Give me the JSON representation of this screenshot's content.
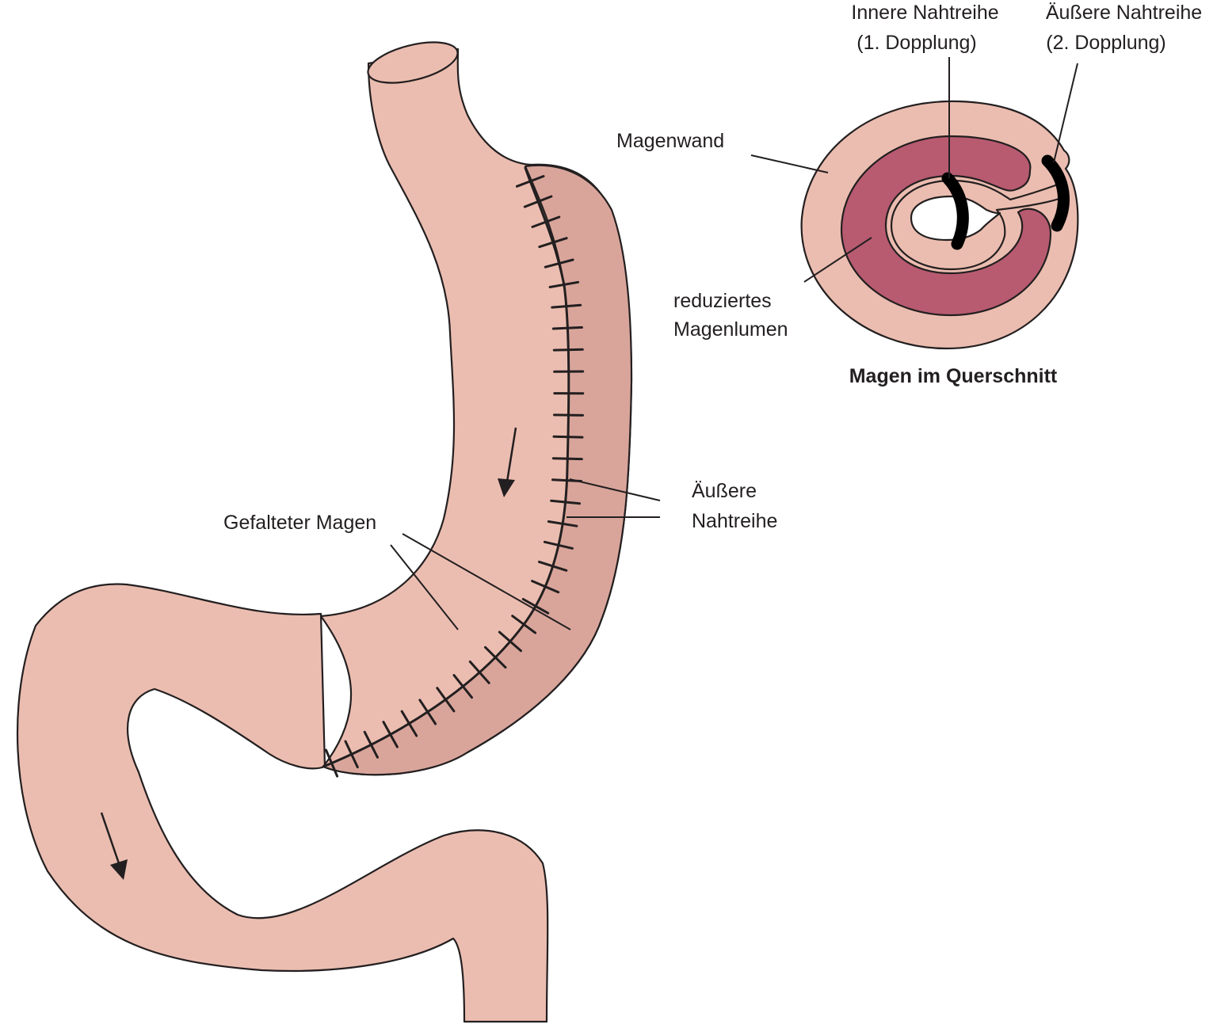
{
  "colors": {
    "stomach_skin": "#ebbdb0",
    "fold_shade": "#d9a59b",
    "muscle_wall": "#b85b70",
    "outline": "#231f20",
    "suture": "#000000"
  },
  "labels": {
    "inner_suture_row": [
      "Innere Nahtreihe",
      "(1. Dopplung)"
    ],
    "outer_suture_row_top": [
      "Äußere Nahtreihe",
      "(2. Dopplung)"
    ],
    "stomach_wall": "Magenwand",
    "reduced_lumen": [
      "reduziertes",
      "Magenlumen"
    ],
    "cross_section_caption": "Magen im Querschnitt",
    "outer_suture_row": [
      "Äußere",
      "Nahtreihe"
    ],
    "folded_stomach": "Gefalteter Magen"
  },
  "icons": [
    "flow-arrow-icon",
    "flow-arrow-icon"
  ]
}
